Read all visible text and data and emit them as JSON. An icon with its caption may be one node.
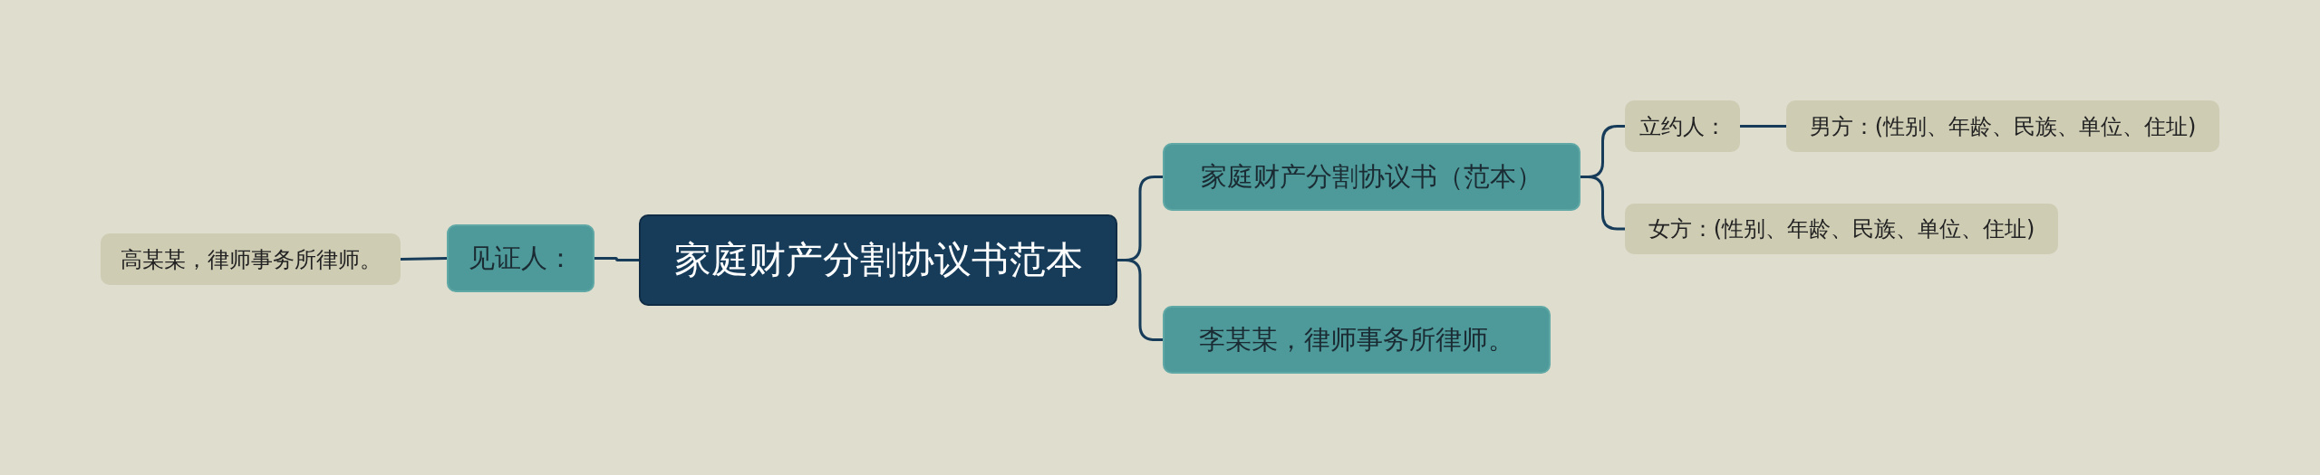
{
  "diagram": {
    "nodes": [
      {
        "text": [
          "家庭财产分割协议书范本"
        ]
      },
      {
        "text": [
          "见证人："
        ]
      },
      {
        "text": [
          "高某某，律师事务所律师。"
        ]
      },
      {
        "text": [
          "家庭财产分割协议书（范本）"
        ]
      },
      {
        "text": [
          "立约人："
        ]
      },
      {
        "text": [
          "男方：(性别、年龄、民族、单位、住址)"
        ]
      },
      {
        "text": [
          "女方：(性别、年龄、民族、单位、住址)"
        ]
      },
      {
        "text": [
          "李某某，律师事务所律师。"
        ]
      }
    ],
    "edges": [
      {
        "from": 0,
        "to": 1,
        "arrow": "none"
      },
      {
        "from": 1,
        "to": 2,
        "arrow": "none"
      },
      {
        "from": 0,
        "to": 3,
        "arrow": "none"
      },
      {
        "from": 3,
        "to": 4,
        "arrow": "none"
      },
      {
        "from": 4,
        "to": 5,
        "arrow": "none"
      },
      {
        "from": 3,
        "to": 6,
        "arrow": "none"
      },
      {
        "from": 0,
        "to": 7,
        "arrow": "none"
      }
    ]
  }
}
